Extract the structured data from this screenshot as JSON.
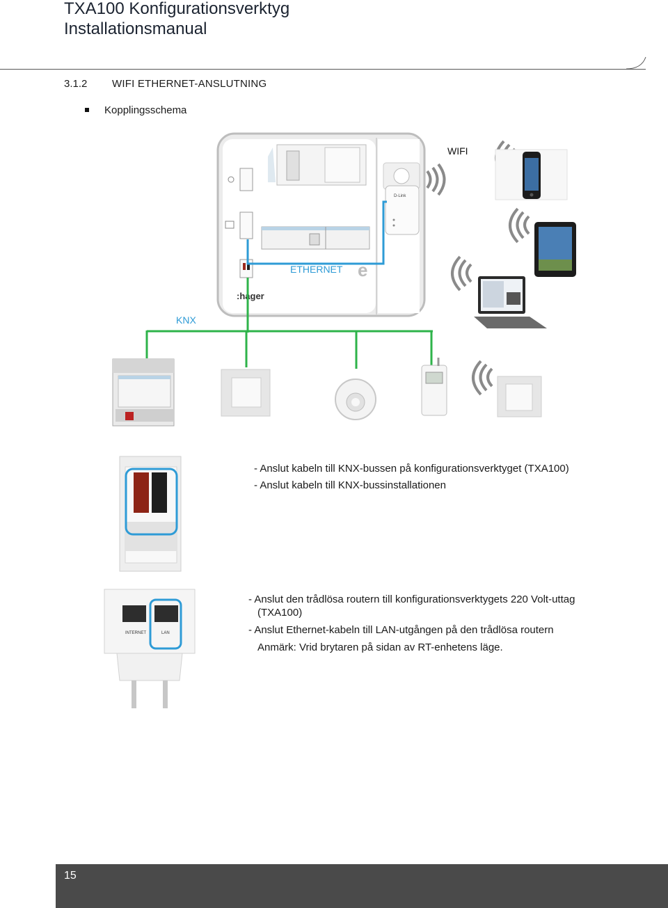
{
  "header": {
    "title": "TXA100 Konfigurationsverktyg",
    "subtitle": "Installationsmanual"
  },
  "section": {
    "number": "3.1.2",
    "title": "WIFI ETHERNET-ANSLUTNING"
  },
  "subheading": "Kopplingsschema",
  "diagram": {
    "wifi_label": "WIFI",
    "ethernet_label": "ETHERNET",
    "knx_label": "KNX",
    "panel_brand": ":hager",
    "router_brand": "D-Link",
    "colors": {
      "knx_line": "#2eb34a",
      "ethernet_line": "#2e9bd6"
    },
    "devices": [
      "smartphone",
      "tablet",
      "laptop",
      "knx-switch-actuator",
      "light-switch",
      "presence-detector",
      "thermostat",
      "wireless-switch"
    ]
  },
  "knx_instructions": [
    "- Anslut kabeln till KNX-bussen på konfigurationsverktyget (TXA100)",
    "- Anslut kabeln till KNX-bussinstallationen"
  ],
  "router_instructions": {
    "line1": "- Anslut den trådlösa routern till konfigurationsverktygets 220 Volt-uttag",
    "line1_cont": "(TXA100)",
    "line2": "- Anslut Ethernet-kabeln till LAN-utgången på den trådlösa routern",
    "note": "Anmärk: Vrid brytaren på sidan av RT-enhetens läge."
  },
  "router_ports": {
    "internet_label": "INTERNET",
    "lan_label": "LAN"
  },
  "footer": {
    "page_number": "15"
  }
}
